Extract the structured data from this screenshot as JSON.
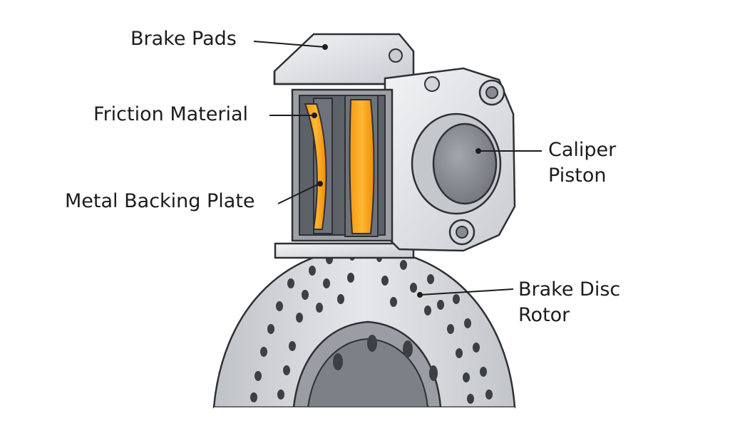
{
  "labels": {
    "brake_pads": "Brake Pads",
    "friction_material": "Friction Material",
    "metal_backing_plate": "Metal Backing Plate",
    "caliper_piston": [
      "Caliper",
      "Piston"
    ],
    "brake_disc_rotor": [
      "Brake Disc",
      "Rotor"
    ]
  },
  "colors": {
    "friction_material": "#f7a21b",
    "caliper_body": "#e4e6ea",
    "rotor": "#d6d8dc",
    "backing_plate": "#6e737b",
    "piston": "#8b8f96",
    "outline": "#2e3034"
  }
}
